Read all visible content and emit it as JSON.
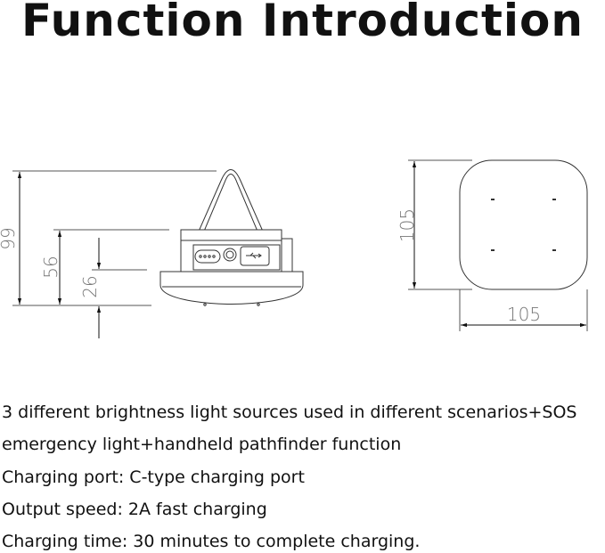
{
  "title": "Function Introduction",
  "diagram": {
    "side_view": {
      "total_height": "99",
      "body_height": "56",
      "shade_height": "26"
    },
    "top_view": {
      "height": "105",
      "width": "105"
    }
  },
  "description_lines": [
    "3 different brightness light sources used in different scenarios+SOS",
    "emergency light+handheld pathfinder function",
    "Charging port: C-type charging port",
    "Output speed: 2A fast charging",
    "Charging time: 30 minutes to complete charging."
  ]
}
